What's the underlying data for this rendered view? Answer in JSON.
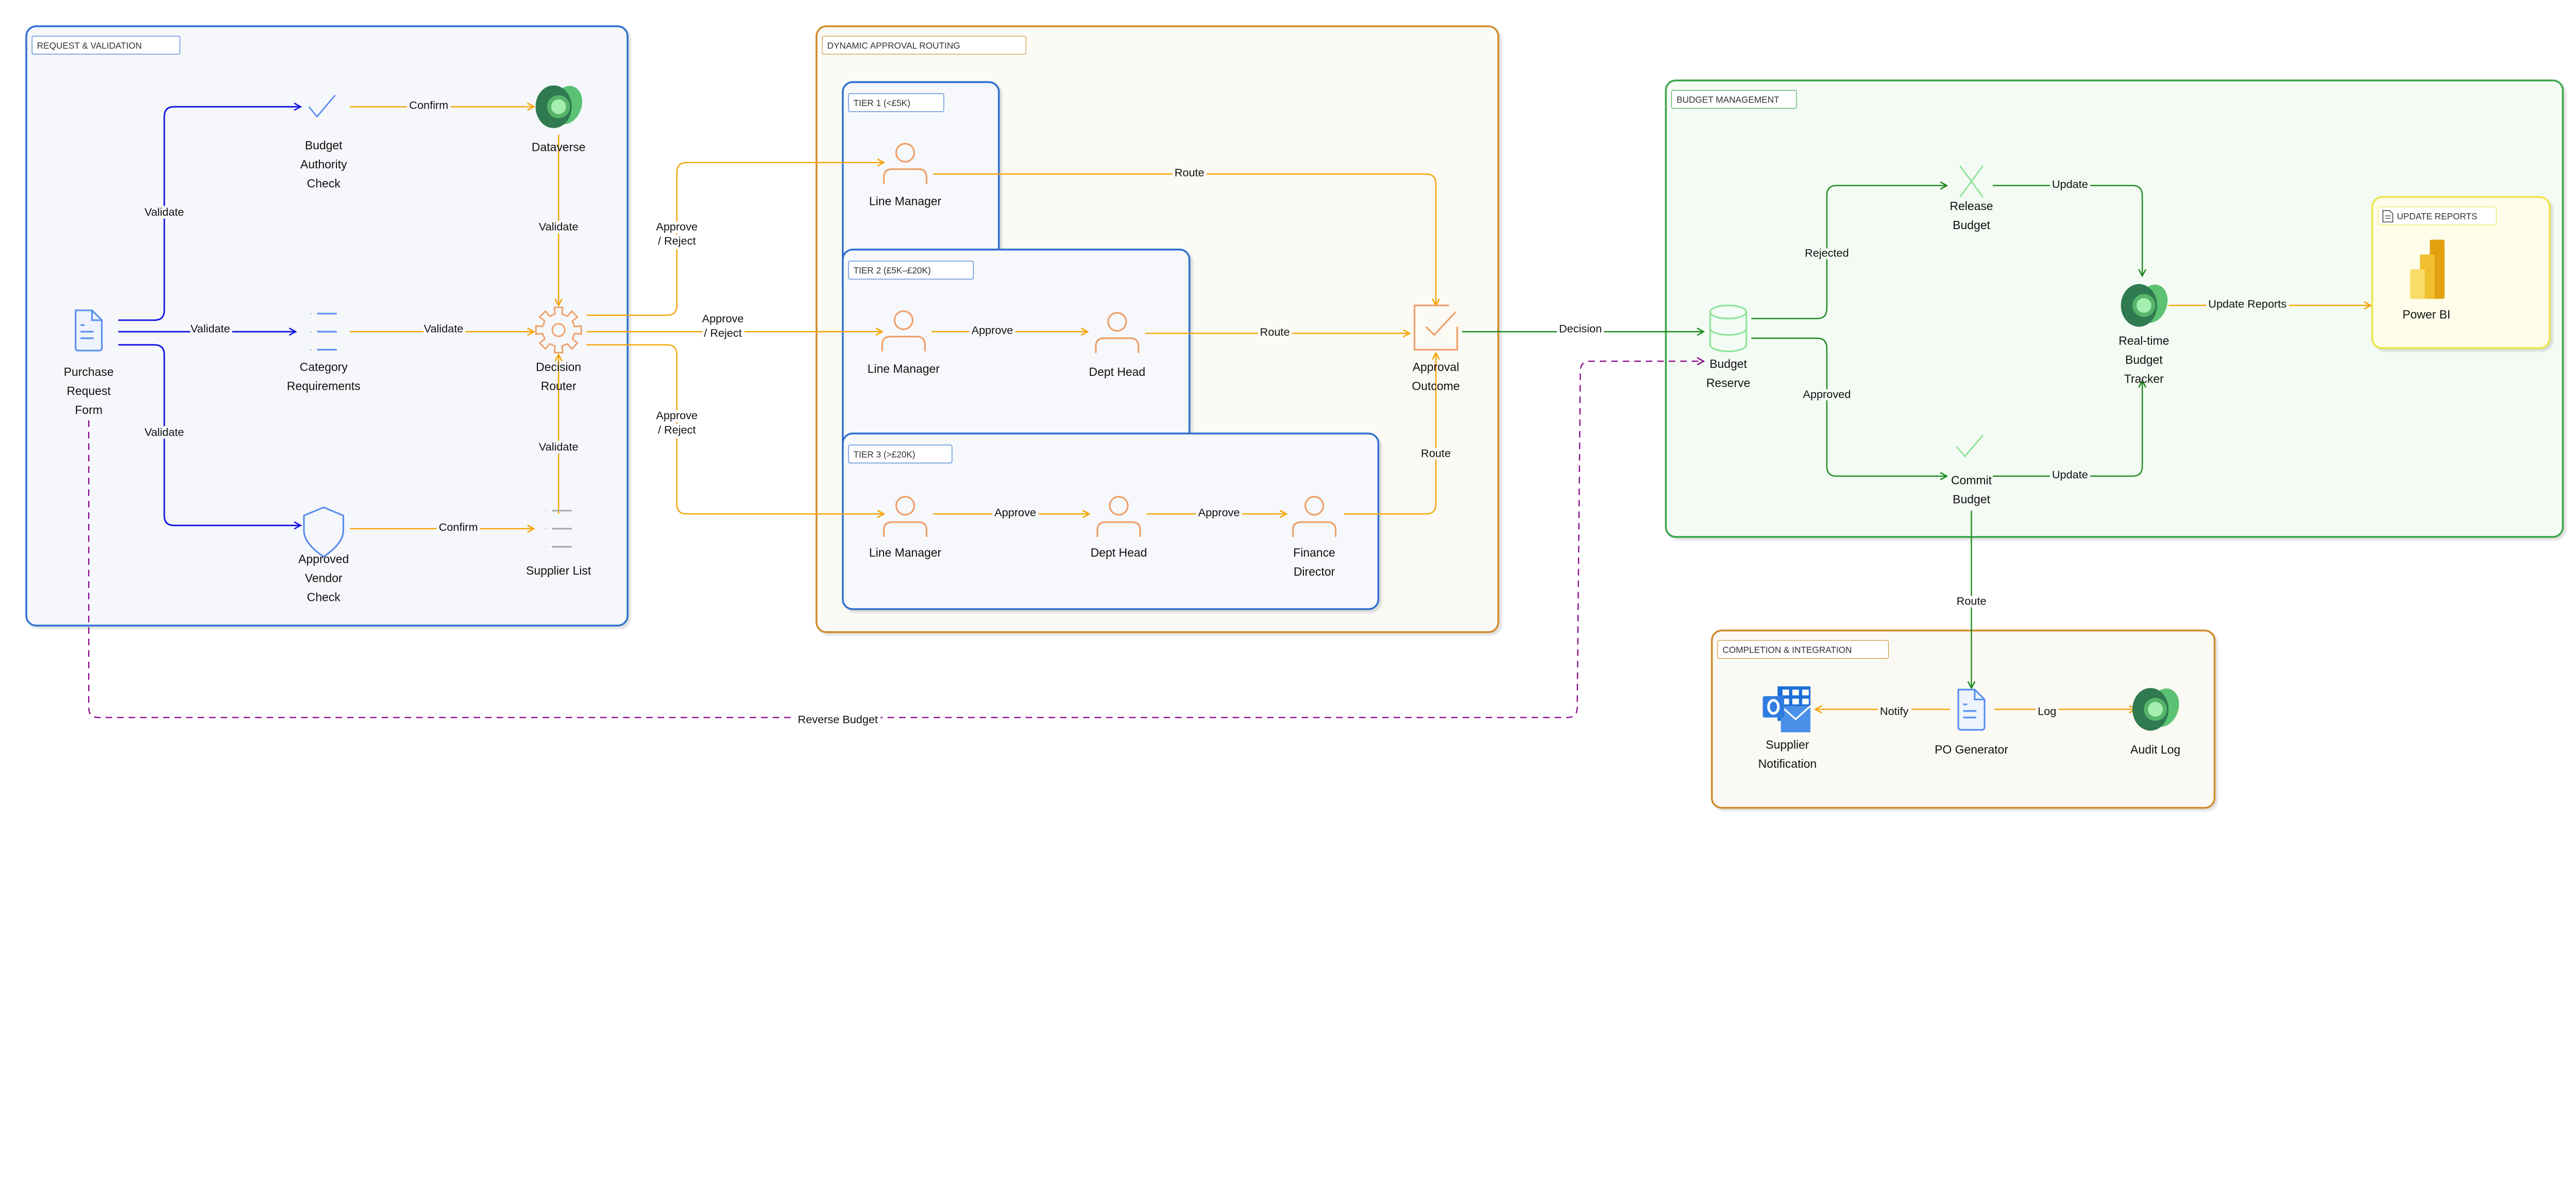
{
  "colors": {
    "validation_edge": "#1414e0",
    "flow_edge": "#f5a300",
    "budget_edge": "#1a8a1a",
    "reverse_edge": "#8a0a8a",
    "blue_group_border": "#2f6fd0",
    "orange_group_border": "#d08a2a",
    "green_group_border": "#3aa64a",
    "yellow_group_border": "#ece44a",
    "person_icon": "#efa06a"
  },
  "groups": {
    "request_validation": {
      "label": "REQUEST & VALIDATION"
    },
    "dynamic_approval_routing": {
      "label": "DYNAMIC APPROVAL ROUTING"
    },
    "tier1": {
      "label": "TIER 1 (<£5K)"
    },
    "tier2": {
      "label": "TIER 2 (£5K–£20K)"
    },
    "tier3": {
      "label": "TIER 3 (>£20K)"
    },
    "budget_management": {
      "label": "BUDGET MANAGEMENT"
    },
    "update_reports": {
      "label": "UPDATE REPORTS",
      "icon": "document-icon"
    },
    "completion_integration": {
      "label": "COMPLETION & INTEGRATION"
    }
  },
  "nodes": {
    "purchase_request_form": {
      "lines": [
        "Purchase",
        "Request",
        "Form"
      ],
      "icon": "document-icon"
    },
    "budget_authority_check": {
      "lines": [
        "Budget",
        "Authority",
        "Check"
      ],
      "icon": "checkmark-icon"
    },
    "dataverse": {
      "lines": [
        "Dataverse"
      ],
      "icon": "dataverse-icon"
    },
    "category_requirements": {
      "lines": [
        "Category",
        "Requirements"
      ],
      "icon": "list-icon"
    },
    "decision_router": {
      "lines": [
        "Decision",
        "Router"
      ],
      "icon": "gear-icon"
    },
    "approved_vendor_check": {
      "lines": [
        "Approved",
        "Vendor",
        "Check"
      ],
      "icon": "shield-icon"
    },
    "supplier_list": {
      "lines": [
        "Supplier List"
      ],
      "icon": "list-icon"
    },
    "tier1_line_manager": {
      "lines": [
        "Line Manager"
      ],
      "icon": "person-icon"
    },
    "tier2_line_manager": {
      "lines": [
        "Line Manager"
      ],
      "icon": "person-icon"
    },
    "tier2_dept_head": {
      "lines": [
        "Dept Head"
      ],
      "icon": "person-icon"
    },
    "tier3_line_manager": {
      "lines": [
        "Line Manager"
      ],
      "icon": "person-icon"
    },
    "tier3_dept_head": {
      "lines": [
        "Dept Head"
      ],
      "icon": "person-icon"
    },
    "tier3_finance_director": {
      "lines": [
        "Finance",
        "Director"
      ],
      "icon": "person-icon"
    },
    "approval_outcome": {
      "lines": [
        "Approval",
        "Outcome"
      ],
      "icon": "checkbox-icon"
    },
    "budget_reserve": {
      "lines": [
        "Budget",
        "Reserve"
      ],
      "icon": "database-icon"
    },
    "release_budget": {
      "lines": [
        "Release",
        "Budget"
      ],
      "icon": "x-icon"
    },
    "commit_budget": {
      "lines": [
        "Commit",
        "Budget"
      ],
      "icon": "checkmark-icon"
    },
    "realtime_budget_tracker": {
      "lines": [
        "Real-time",
        "Budget",
        "Tracker"
      ],
      "icon": "dataverse-icon"
    },
    "power_bi": {
      "lines": [
        "Power BI"
      ],
      "icon": "powerbi-icon"
    },
    "supplier_notification": {
      "lines": [
        "Supplier",
        "Notification"
      ],
      "icon": "outlook-icon"
    },
    "po_generator": {
      "lines": [
        "PO Generator"
      ],
      "icon": "document-icon"
    },
    "audit_log": {
      "lines": [
        "Audit Log"
      ],
      "icon": "dataverse-icon"
    }
  },
  "edges": [
    {
      "from": "purchase_request_form",
      "to": "budget_authority_check",
      "lines": [
        "Validate"
      ]
    },
    {
      "from": "purchase_request_form",
      "to": "category_requirements",
      "lines": [
        "Validate"
      ]
    },
    {
      "from": "purchase_request_form",
      "to": "approved_vendor_check",
      "lines": [
        "Validate"
      ]
    },
    {
      "from": "budget_authority_check",
      "to": "dataverse",
      "lines": [
        "Confirm"
      ]
    },
    {
      "from": "dataverse",
      "to": "decision_router",
      "lines": [
        "Validate"
      ]
    },
    {
      "from": "category_requirements",
      "to": "decision_router",
      "lines": [
        "Validate"
      ]
    },
    {
      "from": "approved_vendor_check",
      "to": "supplier_list",
      "lines": [
        "Confirm"
      ]
    },
    {
      "from": "supplier_list",
      "to": "decision_router",
      "lines": [
        "Validate"
      ]
    },
    {
      "from": "decision_router",
      "to": "tier1_line_manager",
      "lines": [
        "Approve",
        "/ Reject"
      ]
    },
    {
      "from": "decision_router",
      "to": "tier2_line_manager",
      "lines": [
        "Approve",
        "/ Reject"
      ]
    },
    {
      "from": "decision_router",
      "to": "tier3_line_manager",
      "lines": [
        "Approve",
        "/ Reject"
      ]
    },
    {
      "from": "tier1_line_manager",
      "to": "approval_outcome",
      "lines": [
        "Route"
      ]
    },
    {
      "from": "tier2_line_manager",
      "to": "tier2_dept_head",
      "lines": [
        "Approve"
      ]
    },
    {
      "from": "tier2_dept_head",
      "to": "approval_outcome",
      "lines": [
        "Route"
      ]
    },
    {
      "from": "tier3_line_manager",
      "to": "tier3_dept_head",
      "lines": [
        "Approve"
      ]
    },
    {
      "from": "tier3_dept_head",
      "to": "tier3_finance_director",
      "lines": [
        "Approve"
      ]
    },
    {
      "from": "tier3_finance_director",
      "to": "approval_outcome",
      "lines": [
        "Route"
      ]
    },
    {
      "from": "approval_outcome",
      "to": "budget_reserve",
      "lines": [
        "Decision"
      ]
    },
    {
      "from": "purchase_request_form",
      "to": "budget_reserve",
      "lines": [
        "Reverse Budget"
      ],
      "style": "dashed"
    },
    {
      "from": "budget_reserve",
      "to": "release_budget",
      "lines": [
        "Rejected"
      ]
    },
    {
      "from": "budget_reserve",
      "to": "commit_budget",
      "lines": [
        "Approved"
      ]
    },
    {
      "from": "release_budget",
      "to": "realtime_budget_tracker",
      "lines": [
        "Update"
      ]
    },
    {
      "from": "commit_budget",
      "to": "realtime_budget_tracker",
      "lines": [
        "Update"
      ]
    },
    {
      "from": "realtime_budget_tracker",
      "to": "power_bi",
      "lines": [
        "Update Reports"
      ]
    },
    {
      "from": "commit_budget",
      "to": "po_generator",
      "lines": [
        "Route"
      ]
    },
    {
      "from": "po_generator",
      "to": "supplier_notification",
      "lines": [
        "Notify"
      ]
    },
    {
      "from": "po_generator",
      "to": "audit_log",
      "lines": [
        "Log"
      ]
    }
  ]
}
